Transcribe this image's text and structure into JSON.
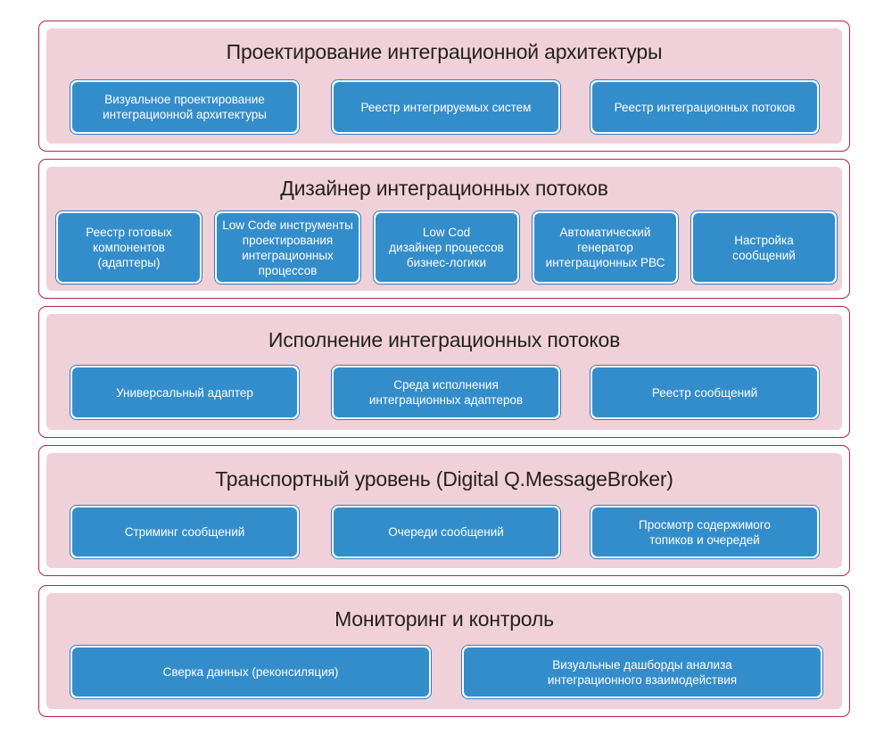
{
  "colors": {
    "frame_border": "#b5224b",
    "panel_fill": "#f0d1d9",
    "box_fill": "#348dcb",
    "box_border": "#2a7cc0",
    "box_text": "#ffffff",
    "title_text": "#231f20"
  },
  "layers": [
    {
      "title": "Проектирование интеграционной архитектуры",
      "items": [
        "Визуальное проектирование\nинтеграционной архитектуры",
        "Реестр интегрируемых систем",
        "Реестр интеграционных потоков"
      ]
    },
    {
      "title": "Дизайнер интеграционных потоков",
      "items": [
        "Реестр готовых\nкомпонентов\n(адаптеры)",
        "Low Code инструменты\nпроектирования\nинтеграционных\nпроцессов",
        "Low Cod\nдизайнер процессов\nбизнес-логики",
        "Автоматический\nгенератор\nинтеграционных РВС",
        "Настройка\nсообщений"
      ]
    },
    {
      "title": "Исполнение интеграционных потоков",
      "items": [
        "Универсальный адаптер",
        "Среда исполнения\nинтеграционных адаптеров",
        "Реестр сообщений"
      ]
    },
    {
      "title": "Транспортный уровень (Digital Q.MessageBroker)",
      "items": [
        "Стриминг сообщений",
        "Очереди сообщений",
        "Просмотр содержимого\nтопиков и очередей"
      ]
    },
    {
      "title": "Мониторинг и контроль",
      "items": [
        "Сверка данных (реконсиляция)",
        "Визуальные дашборды анализа\nинтеграционного взаимодействия"
      ]
    }
  ]
}
